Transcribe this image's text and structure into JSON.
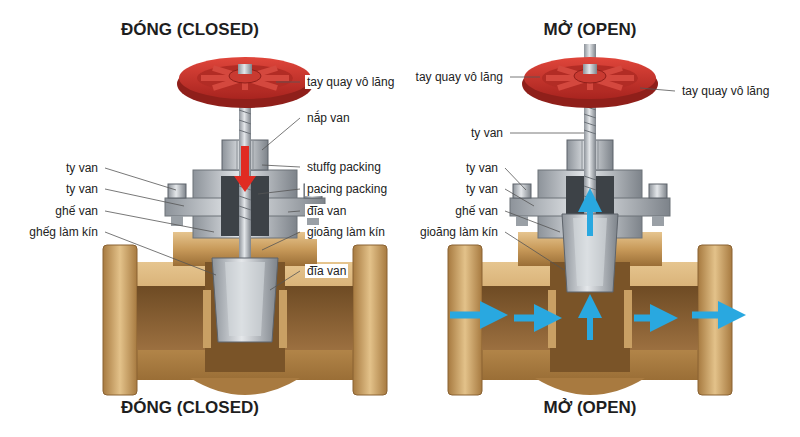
{
  "diagram": {
    "labels": [
      "ĐÓNG (CLOSED)",
      "tay quay vô lăng",
      "nắp van",
      "ty van",
      "stuffg packing",
      "ty van",
      "pacing packing",
      "ghế van",
      "đĩa van",
      "ghếg làm kín",
      "gioăng làm kín",
      "đĩa van",
      "ĐÓNG (CLOSED)",
      "MỞ (OPEN)",
      "tay quay vô lăng",
      "tay quay vô lăng",
      "ty van",
      "ty van",
      "ty van",
      "ghế van",
      "gioăng làm kín",
      "MỞ (OPEN)"
    ]
  }
}
